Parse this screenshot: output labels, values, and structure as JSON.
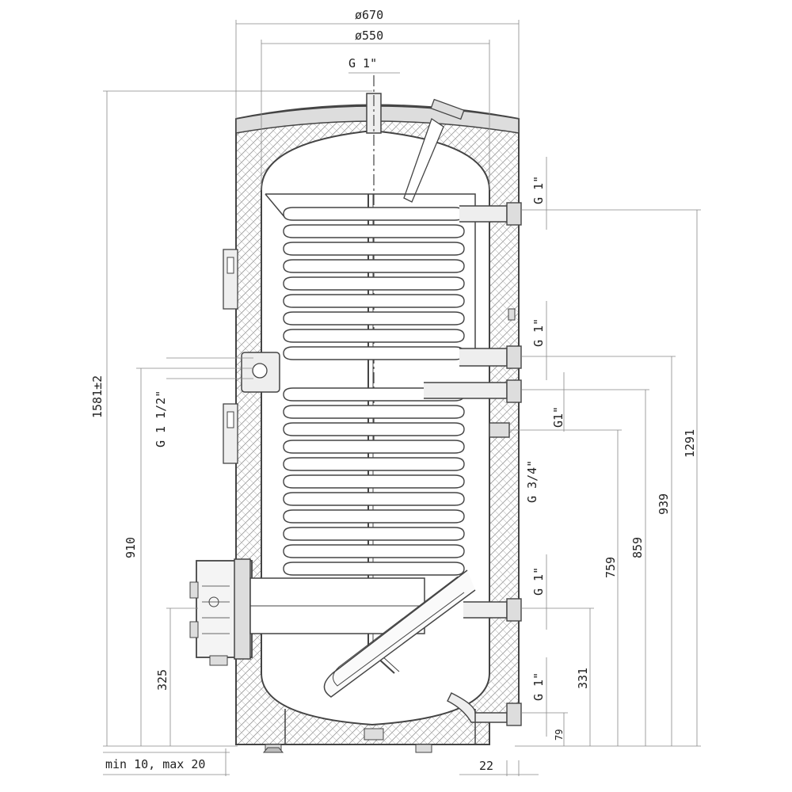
{
  "dimensions": {
    "outer_diameter": "ø670",
    "inner_diameter": "ø550",
    "total_height": "1581±2",
    "h_1291": "1291",
    "h_939": "939",
    "h_859": "859",
    "h_759": "759",
    "h_331": "331",
    "h_79": "79",
    "h_910": "910",
    "h_325": "325",
    "foot_adjust": "min 10, max 20",
    "offset_22": "22"
  },
  "connections": {
    "top": "G 1\"",
    "side_upper_1": "G 1\"",
    "side_upper_2": "G 1\"",
    "side_mid": "G1\"",
    "side_circ": "G 3/4\"",
    "side_lower_1": "G 1\"",
    "side_lower_2": "G 1\"",
    "flange": "G 1 1/2\""
  },
  "colors": {
    "stroke": "#444444",
    "insulation_hatch": "#999999"
  }
}
